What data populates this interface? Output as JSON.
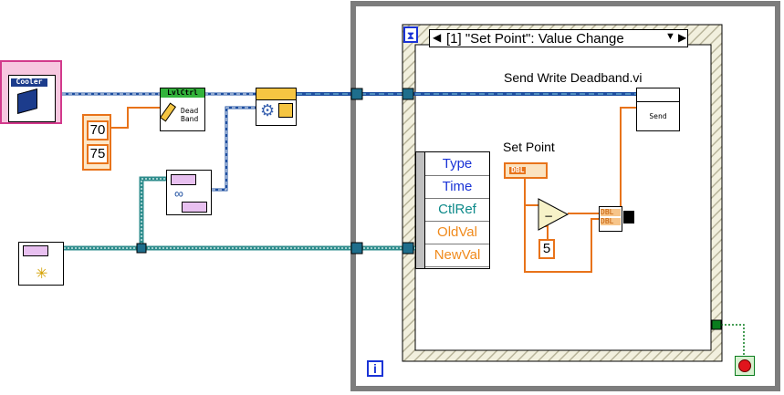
{
  "nodes": {
    "cooler": {
      "label": "Cooler"
    },
    "lvl_ctrl": {
      "title": "LvlCtrl",
      "line1": "Dead",
      "line2": "Band"
    },
    "send_write": {
      "label": "Send Write Deadband.vi",
      "text": "Send"
    },
    "set_point": {
      "label": "Set Point",
      "type": "DBL"
    },
    "constant_five": {
      "value": "5"
    },
    "bundle": {
      "type1": "DBL",
      "type2": "DBL"
    }
  },
  "constants": {
    "low": "70",
    "high": "75"
  },
  "event_structure": {
    "case_label": "[1] \"Set Point\": Value Change"
  },
  "event_data": [
    "Type",
    "Time",
    "CtlRef",
    "OldVal",
    "NewVal"
  ],
  "colors": {
    "frame": "#7d7d7d",
    "event_blue": "#1a33d6",
    "event_teal": "#0e8a8a",
    "event_orange": "#f08a1c",
    "refnum_wire": "#1e4fa0",
    "numeric_wire": "#e8731a",
    "queue_wire": "#2e8c8c",
    "stop_red": "#e0141c"
  },
  "icons": [
    "cooler-class-icon",
    "hourglass-icon",
    "loop-iteration-icon",
    "stop-button-icon",
    "gear-icon",
    "queue-icon"
  ]
}
